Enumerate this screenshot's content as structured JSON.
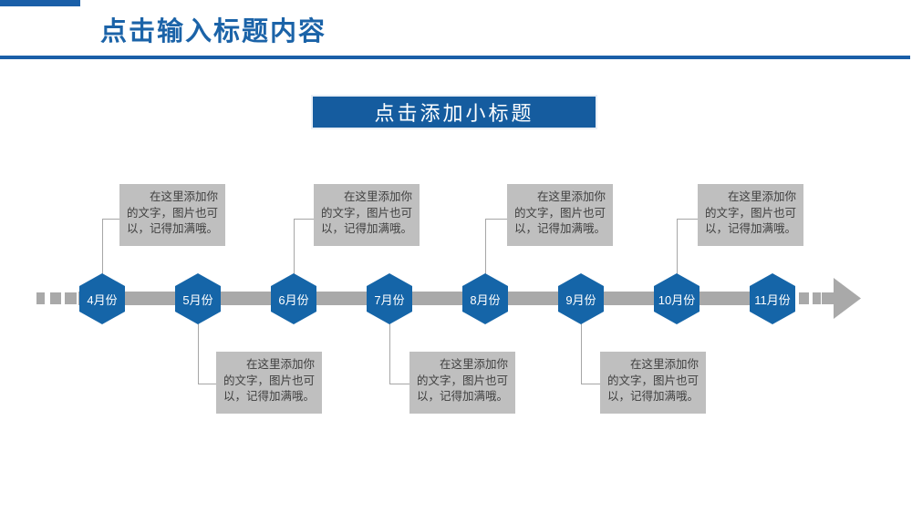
{
  "slide": {
    "title": "点击输入标题内容",
    "subtitle": "点击添加小标题"
  },
  "timeline": {
    "note_text": "在这里添加你的文字，图片也可以，记得加满哦。",
    "months": [
      {
        "label": "4月份",
        "note": "above"
      },
      {
        "label": "5月份",
        "note": "below"
      },
      {
        "label": "6月份",
        "note": "above"
      },
      {
        "label": "7月份",
        "note": "below"
      },
      {
        "label": "8月份",
        "note": "above"
      },
      {
        "label": "9月份",
        "note": "below"
      },
      {
        "label": "10月份",
        "note": "above"
      },
      {
        "label": "11月份",
        "note": "none"
      }
    ],
    "arrow_icon": "right-arrow"
  },
  "colors": {
    "accent_blue": "#1A5FA8",
    "title_blue": "#1B63A8",
    "subtitle_blue": "#155C9F",
    "hexagon_blue": "#1565A8",
    "timeline_gray": "#A9A9A9",
    "connector_gray": "#A6A6A6",
    "note_bg": "#BFBFBF",
    "note_text_color": "#3F3F3F"
  }
}
